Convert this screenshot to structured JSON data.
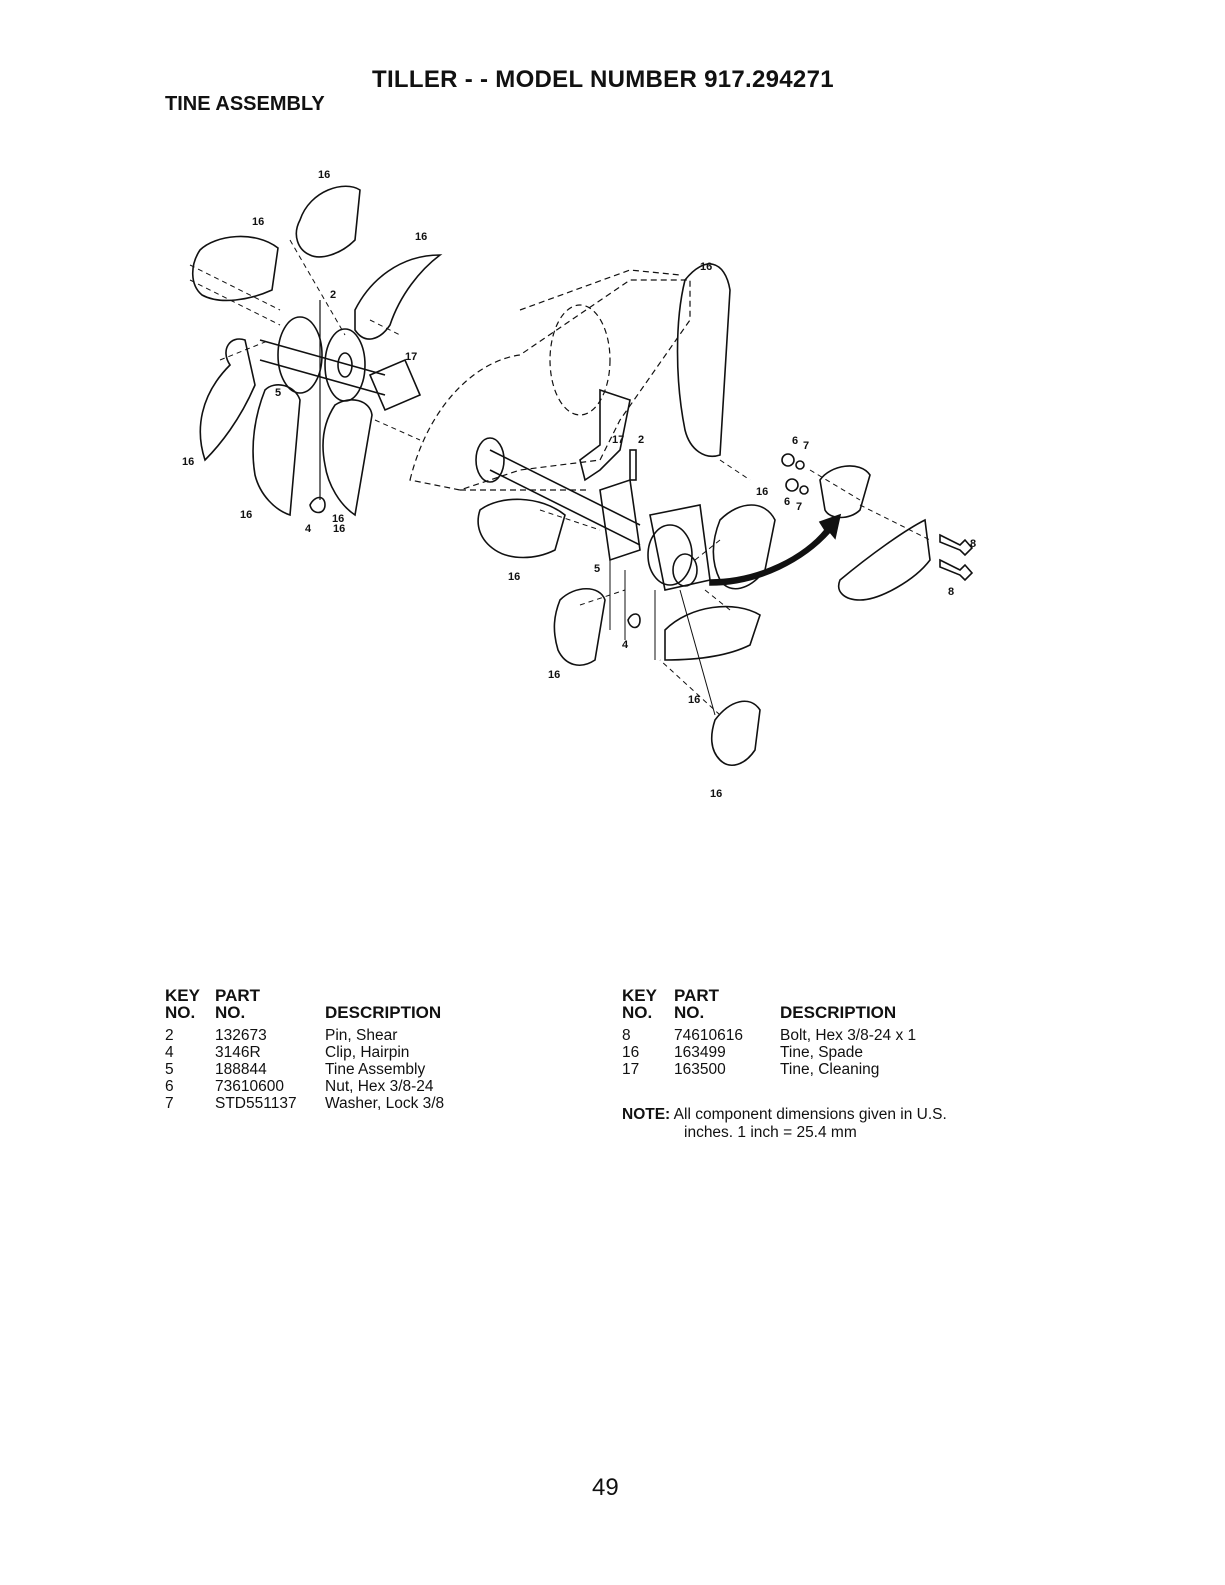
{
  "header": {
    "title": "TILLER - - MODEL NUMBER 917.294271",
    "subtitle": "TINE ASSEMBLY"
  },
  "diagram": {
    "callouts": [
      "16",
      "16",
      "16",
      "16",
      "16",
      "16",
      "16",
      "16",
      "16",
      "16",
      "16",
      "16",
      "2",
      "17",
      "5",
      "4",
      "16",
      "17",
      "2",
      "6",
      "7",
      "6",
      "7",
      "8",
      "8",
      "5",
      "4"
    ]
  },
  "parts_table": {
    "headers": {
      "key_top": "KEY",
      "key_bottom": "NO.",
      "part_top": "PART",
      "part_bottom": "NO.",
      "description": "DESCRIPTION"
    },
    "left_rows": [
      {
        "key": "2",
        "part": "132673",
        "description": "Pin, Shear"
      },
      {
        "key": "4",
        "part": "3146R",
        "description": "Clip, Hairpin"
      },
      {
        "key": "5",
        "part": "188844",
        "description": "Tine Assembly"
      },
      {
        "key": "6",
        "part": "73610600",
        "description": "Nut, Hex 3/8-24"
      },
      {
        "key": "7",
        "part": "STD551137",
        "description": "Washer, Lock 3/8"
      }
    ],
    "right_rows": [
      {
        "key": "8",
        "part": "74610616",
        "description": "Bolt, Hex 3/8-24 x 1"
      },
      {
        "key": "16",
        "part": "163499",
        "description": "Tine, Spade"
      },
      {
        "key": "17",
        "part": "163500",
        "description": "Tine, Cleaning"
      }
    ]
  },
  "note": {
    "label": "NOTE:",
    "line1": "All component dimensions given in U.S.",
    "line2": "inches. 1 inch = 25.4 mm"
  },
  "page_number": "49"
}
